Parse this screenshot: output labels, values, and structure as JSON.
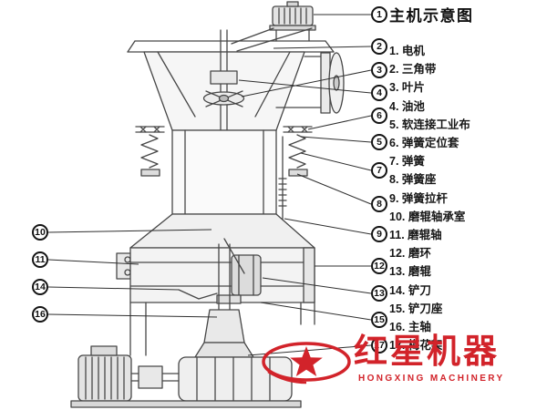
{
  "page": {
    "title": "主机示意图"
  },
  "legend": {
    "title": "主机示意图",
    "items": [
      {
        "text": "1. 电机"
      },
      {
        "text": "2. 三角带"
      },
      {
        "text": "3. 叶片"
      },
      {
        "text": "4. 油池"
      },
      {
        "text": "5. 软连接工业布"
      },
      {
        "text": "6. 弹簧定位套"
      },
      {
        "text": "7. 弹簧"
      },
      {
        "text": "8. 弹簧座"
      },
      {
        "text": "9. 弹簧拉杆"
      },
      {
        "text": "10. 磨辊轴承室"
      },
      {
        "text": "11. 磨辊轴"
      },
      {
        "text": "12. 磨环"
      },
      {
        "text": "13. 磨辊"
      },
      {
        "text": "14. 铲刀"
      },
      {
        "text": "15. 铲刀座"
      },
      {
        "text": "16. 主轴"
      },
      {
        "text": "17. 梅花架"
      }
    ]
  },
  "callouts": [
    {
      "num": "1"
    },
    {
      "num": "2"
    },
    {
      "num": "3"
    },
    {
      "num": "4"
    },
    {
      "num": "5"
    },
    {
      "num": "6"
    },
    {
      "num": "7"
    },
    {
      "num": "8"
    },
    {
      "num": "9"
    },
    {
      "num": "10"
    },
    {
      "num": "11"
    },
    {
      "num": "12"
    },
    {
      "num": "13"
    },
    {
      "num": "14"
    },
    {
      "num": "15"
    },
    {
      "num": "16"
    },
    {
      "num": "17"
    }
  ],
  "watermark": {
    "brand": "红星机器",
    "sub": "HONGXING MACHINERY"
  },
  "colors": {
    "watermark_red": "#d2232a",
    "line": "#474747",
    "leader": "#2f2f2f"
  }
}
